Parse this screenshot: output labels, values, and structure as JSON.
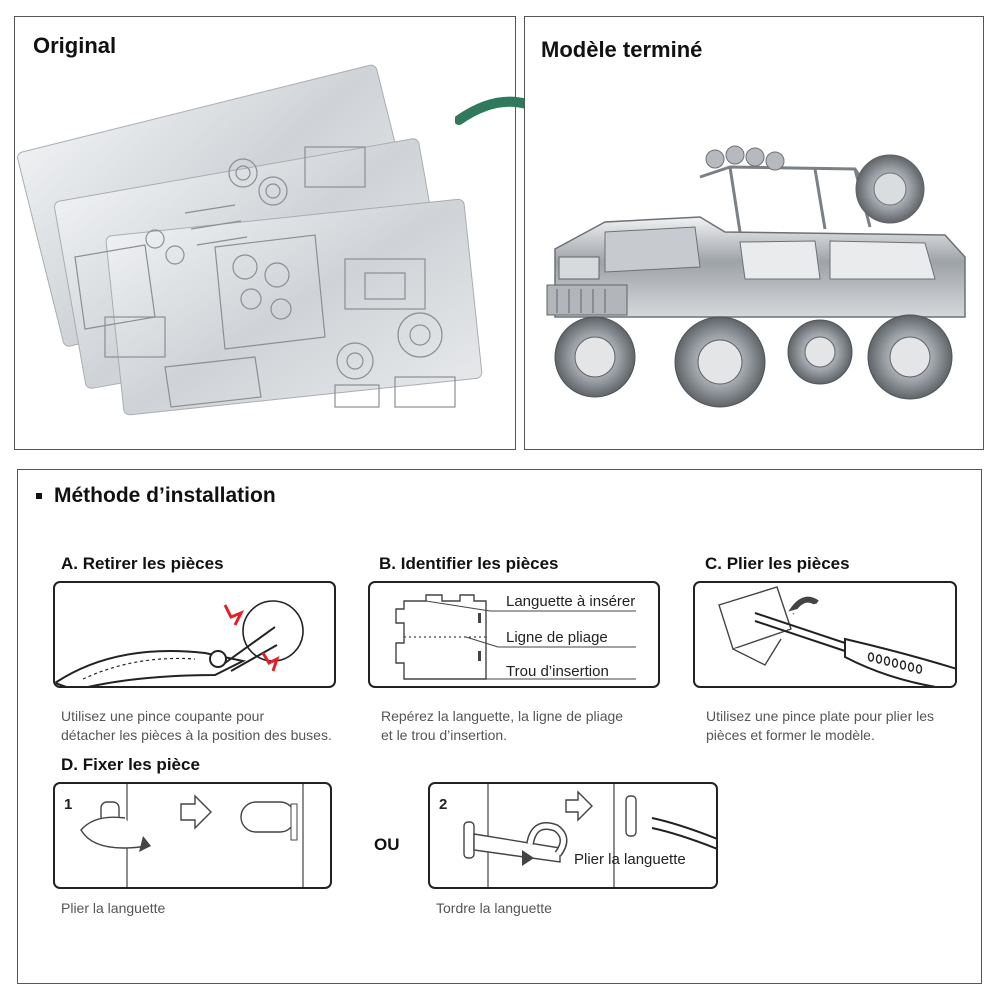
{
  "top": {
    "original_title": "Original",
    "finished_title": "Modèle terminé"
  },
  "method": {
    "heading": "Méthode d’installation",
    "steps": {
      "a": {
        "title": "A. Retirer les pièces",
        "caption_line1": "Utilisez une pince coupante pour",
        "caption_line2": "détacher les pièces à la position des buses."
      },
      "b": {
        "title": "B. Identifier les pièces",
        "label_tab": "Languette à insérer",
        "label_fold": "Ligne de pliage",
        "label_hole": "Trou d’insertion",
        "caption_line1": "Repérez la languette, la ligne de pliage",
        "caption_line2": "et le trou d’insertion."
      },
      "c": {
        "title": "C. Plier les pièces",
        "caption_line1": "Utilisez une pince plate pour plier les",
        "caption_line2": "pièces et former le modèle."
      },
      "d": {
        "title": "D. Fixer les pièce",
        "num1": "1",
        "num2": "2",
        "or_label": "OU",
        "inner_label": "Plier la languette",
        "caption1": "Plier la languette",
        "caption2": "Tordre la languette"
      }
    }
  },
  "colors": {
    "arrow_teal": "#2f7a5c",
    "cut_mark_red": "#e0212b",
    "border": "#222222",
    "caption_grey": "#555555",
    "metal_light": "#d9dcdf",
    "metal_dark": "#6d7176"
  }
}
